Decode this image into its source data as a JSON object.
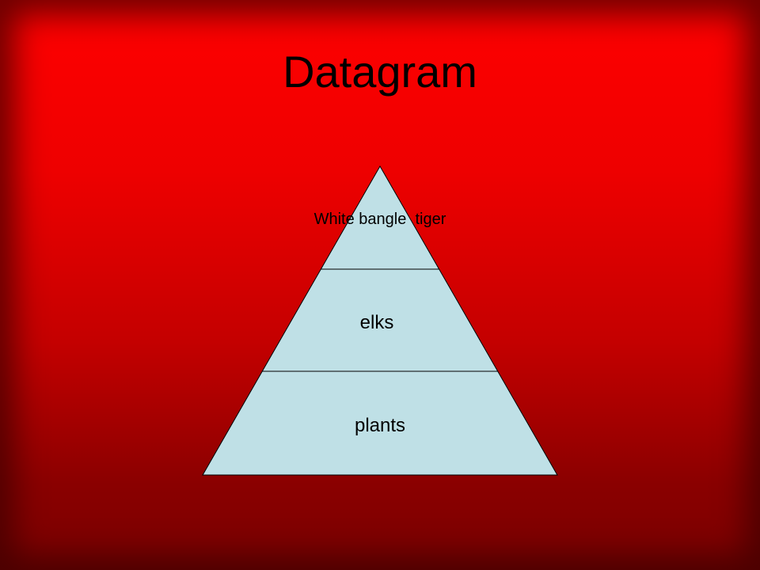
{
  "slide": {
    "title": "Datagram",
    "background_color": "#ff0000",
    "background_color_bottom": "#7a0000"
  },
  "pyramid": {
    "fill_color": "#bfe0e6",
    "line_color": "#000000",
    "levels": [
      {
        "label": "White bangle  tiger"
      },
      {
        "label": "elks"
      },
      {
        "label": "plants"
      }
    ]
  }
}
